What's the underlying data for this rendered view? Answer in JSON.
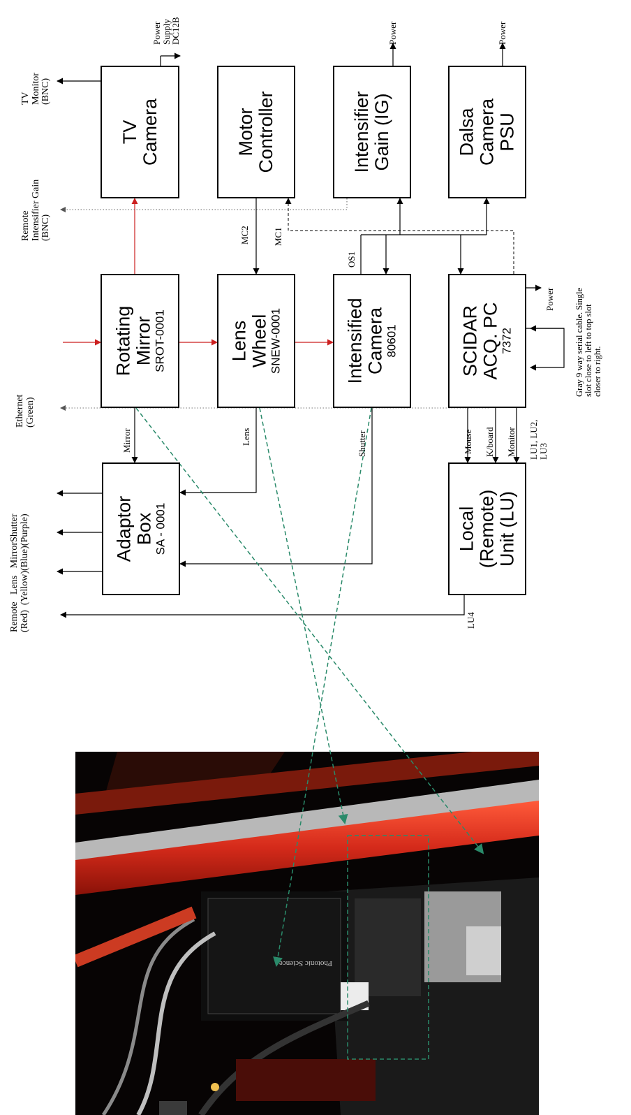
{
  "blocks": {
    "tv_camera": {
      "line1": "TV",
      "line2": "Camera"
    },
    "motor_controller": {
      "line1": "Motor",
      "line2": "Controller"
    },
    "intensifier_gain": {
      "line1": "Intensifier",
      "line2": "Gain (IG)"
    },
    "dalsa_psu": {
      "line1": "Dalsa",
      "line2": "Camera",
      "line3": "PSU"
    },
    "rotating_mirror": {
      "line1": "Rotating",
      "line2": "Mirror",
      "code": "SROT-0001"
    },
    "lens_wheel": {
      "line1": "Lens",
      "line2": "Wheel",
      "code": "SNEW-0001"
    },
    "intensified_camera": {
      "line1": "Intensified",
      "line2": "Camera",
      "code": "80601"
    },
    "scidar_pc": {
      "line1": "SCIDAR",
      "line2": "ACQ. PC",
      "code": "7372"
    },
    "adaptor_box": {
      "line1": "Adaptor",
      "line2": "Box",
      "code": "SA - 0001"
    },
    "local_unit": {
      "line1": "Local",
      "line2": "(Remote)",
      "line3": "Unit (LU)"
    }
  },
  "labels": {
    "power_supply": [
      "Power",
      "Supply",
      "DC12B"
    ],
    "power_ig": "Power",
    "power_dalsa": "Power",
    "power_pc": "Power",
    "tv_monitor": [
      "TV",
      "Monitor",
      "(BNC)"
    ],
    "remote_ig": [
      "Remote",
      "Intensifier Gain",
      "(BNC)"
    ],
    "ethernet": [
      "Ethernet",
      "(Green)"
    ],
    "remote_outputs": [
      "Remote   Lens   MirrorShutter",
      "(Red)  (Yellow)(Blue)(Purple)"
    ],
    "mc2": "MC2",
    "mc1": "MC1",
    "os1": "OS1",
    "mirror": "Mirror",
    "lens": "Lens",
    "shutter": "Shutter",
    "mouse": "Mouse",
    "keyboard": "K/board",
    "monitor": "Monitor",
    "lu123": [
      "LU1, LU2,",
      "LU3"
    ],
    "lu4": "LU4",
    "serial_note": [
      "Gray 9 way serial cable. Single",
      "slot close to left to top slot",
      "closer to right."
    ]
  },
  "photo": {
    "text": "Photonic Science"
  },
  "colors": {
    "line": "#000000",
    "optical": "#cc1f1f",
    "dashed_green": "#2a8a6a",
    "rail": "#d42a1a"
  }
}
